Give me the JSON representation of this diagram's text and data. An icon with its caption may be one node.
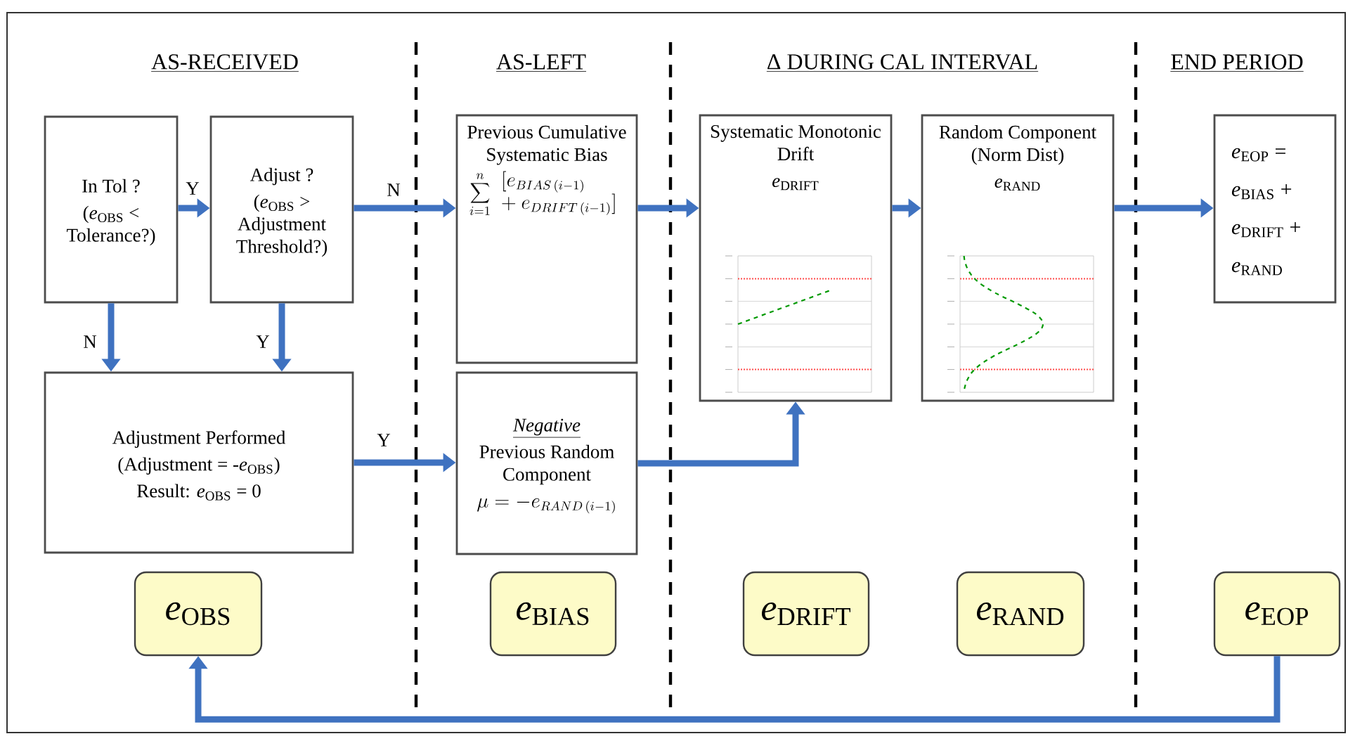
{
  "diagram": {
    "nodes": [
      {
        "text": [
          "In Tol ?",
          "(*e*$_{OBS}$ < Tolerance?)"
        ]
      },
      {
        "text": [
          "Adjust ?",
          "(*e*$_{OBS}$ > Adjustment Threshold?)"
        ]
      },
      {
        "text": [
          "Previous Cumulative Systematic Bias",
          "\\sum_{i=1}^{n}\\begin{array}{l}[e_{BIAS\\,(i-1)}\\\\ +\\ e_{DRIFT\\,(i-1)}]\\end{array}"
        ]
      },
      {
        "text": [
          "Systematic Monotonic Drift",
          "*e*$_{DRIFT}$"
        ]
      },
      {
        "text": [
          "Random Component (Norm Dist)",
          "*e*$_{RAND}$"
        ]
      },
      {
        "text": [
          "*e*$_{EOP}$ = *e*$_{BIAS}$ + *e*$_{DRIFT}$ + *e*$_{RAND}$"
        ]
      },
      {
        "text": [
          "Adjustment Performed",
          "(Adjustment = -*e*$_{OBS}$)",
          "Result: *e*$_{OBS}$ = 0"
        ]
      },
      {
        "text": [
          "Negative",
          "Previous Random Component",
          "\\mu = -e_{RAND\\,(i-1)}"
        ]
      },
      {
        "text": [
          "*e*$_{OBS}$"
        ]
      },
      {
        "text": [
          "*e*$_{BIAS}$"
        ]
      },
      {
        "text": [
          "*e*$_{DRIFT}$"
        ]
      },
      {
        "text": [
          "*e*$_{RAND}$"
        ]
      },
      {
        "text": [
          "*e*$_{EOP}$"
        ]
      }
    ],
    "edges": [
      {
        "from": 0,
        "to": 1,
        "arrow": "to",
        "label": "Y"
      },
      {
        "from": 1,
        "to": 2,
        "arrow": "to",
        "label": "N"
      },
      {
        "from": 0,
        "to": 6,
        "arrow": "to",
        "label": "N"
      },
      {
        "from": 1,
        "to": 6,
        "arrow": "to",
        "label": "Y"
      },
      {
        "from": 6,
        "to": 7,
        "arrow": "to",
        "label": "Y"
      },
      {
        "from": 2,
        "to": 3,
        "arrow": "to"
      },
      {
        "from": 3,
        "to": 4,
        "arrow": "to"
      },
      {
        "from": 4,
        "to": 5,
        "arrow": "to"
      },
      {
        "from": 7,
        "to": 3,
        "arrow": "to"
      },
      {
        "from": 12,
        "to": 8,
        "arrow": "to"
      }
    ],
    "labels": [
      "AS-RECEIVED",
      "AS-LEFT",
      "Δ DURING CAL INTERVAL",
      "END PERIOD"
    ]
  }
}
